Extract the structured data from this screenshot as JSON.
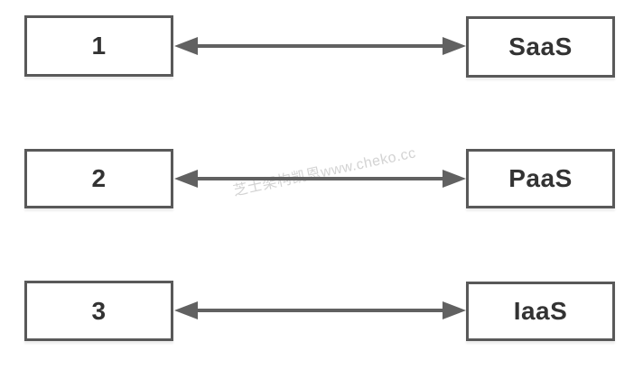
{
  "diagram": {
    "type": "mapping-diagram",
    "connector_style": "double-headed-arrow",
    "watermark": "芝士架构凯恩www.cheko.cc",
    "rows": [
      {
        "left_label": "1",
        "right_label": "SaaS"
      },
      {
        "left_label": "2",
        "right_label": "PaaS"
      },
      {
        "left_label": "3",
        "right_label": "IaaS"
      }
    ],
    "colors": {
      "background": "#ffffff",
      "box_fill": "#ffffff",
      "box_border": "#595959",
      "label_text": "#333333",
      "arrow": "#616161",
      "watermark_text": "#d3d3d3"
    }
  }
}
